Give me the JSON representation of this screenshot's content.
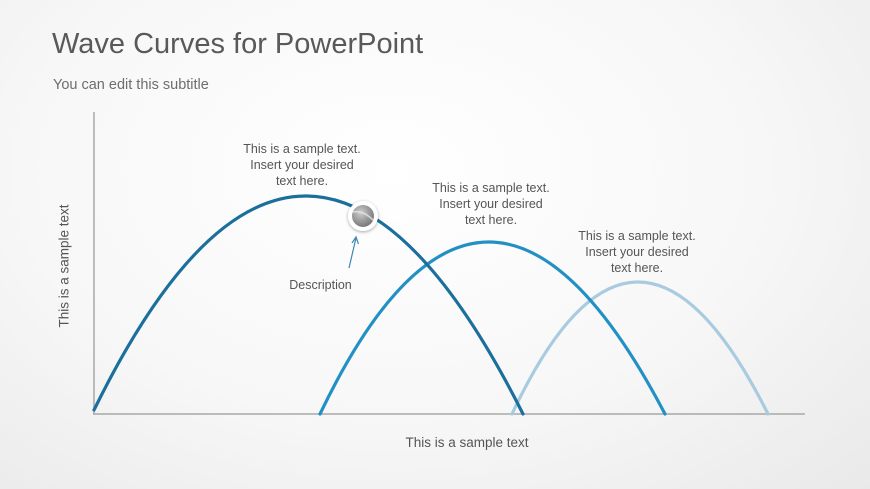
{
  "slide": {
    "title": "Wave Curves for PowerPoint",
    "subtitle": "You can edit this subtitle"
  },
  "axes": {
    "x_label": "This is a sample text",
    "y_label": "This is a sample text"
  },
  "curves": [
    {
      "name": "curve-1",
      "color": "#1b6f9c",
      "annotation": [
        "This is a sample text.",
        "Insert your desired",
        "text here."
      ]
    },
    {
      "name": "curve-2",
      "color": "#2390c5",
      "annotation": [
        "This is a sample text.",
        "Insert your desired",
        "text here."
      ]
    },
    {
      "name": "curve-3",
      "color": "#a9cbe0",
      "annotation": [
        "This is a sample text.",
        "Insert your desired",
        "text here."
      ]
    }
  ],
  "marker": {
    "label": "Description",
    "colors": {
      "ring": "#ffffff",
      "ball": "#9a9a9a",
      "arrow": "#3c86b8"
    }
  },
  "colors": {
    "axis": "#a8a8a8",
    "text": "#555555",
    "title": "#595959"
  }
}
